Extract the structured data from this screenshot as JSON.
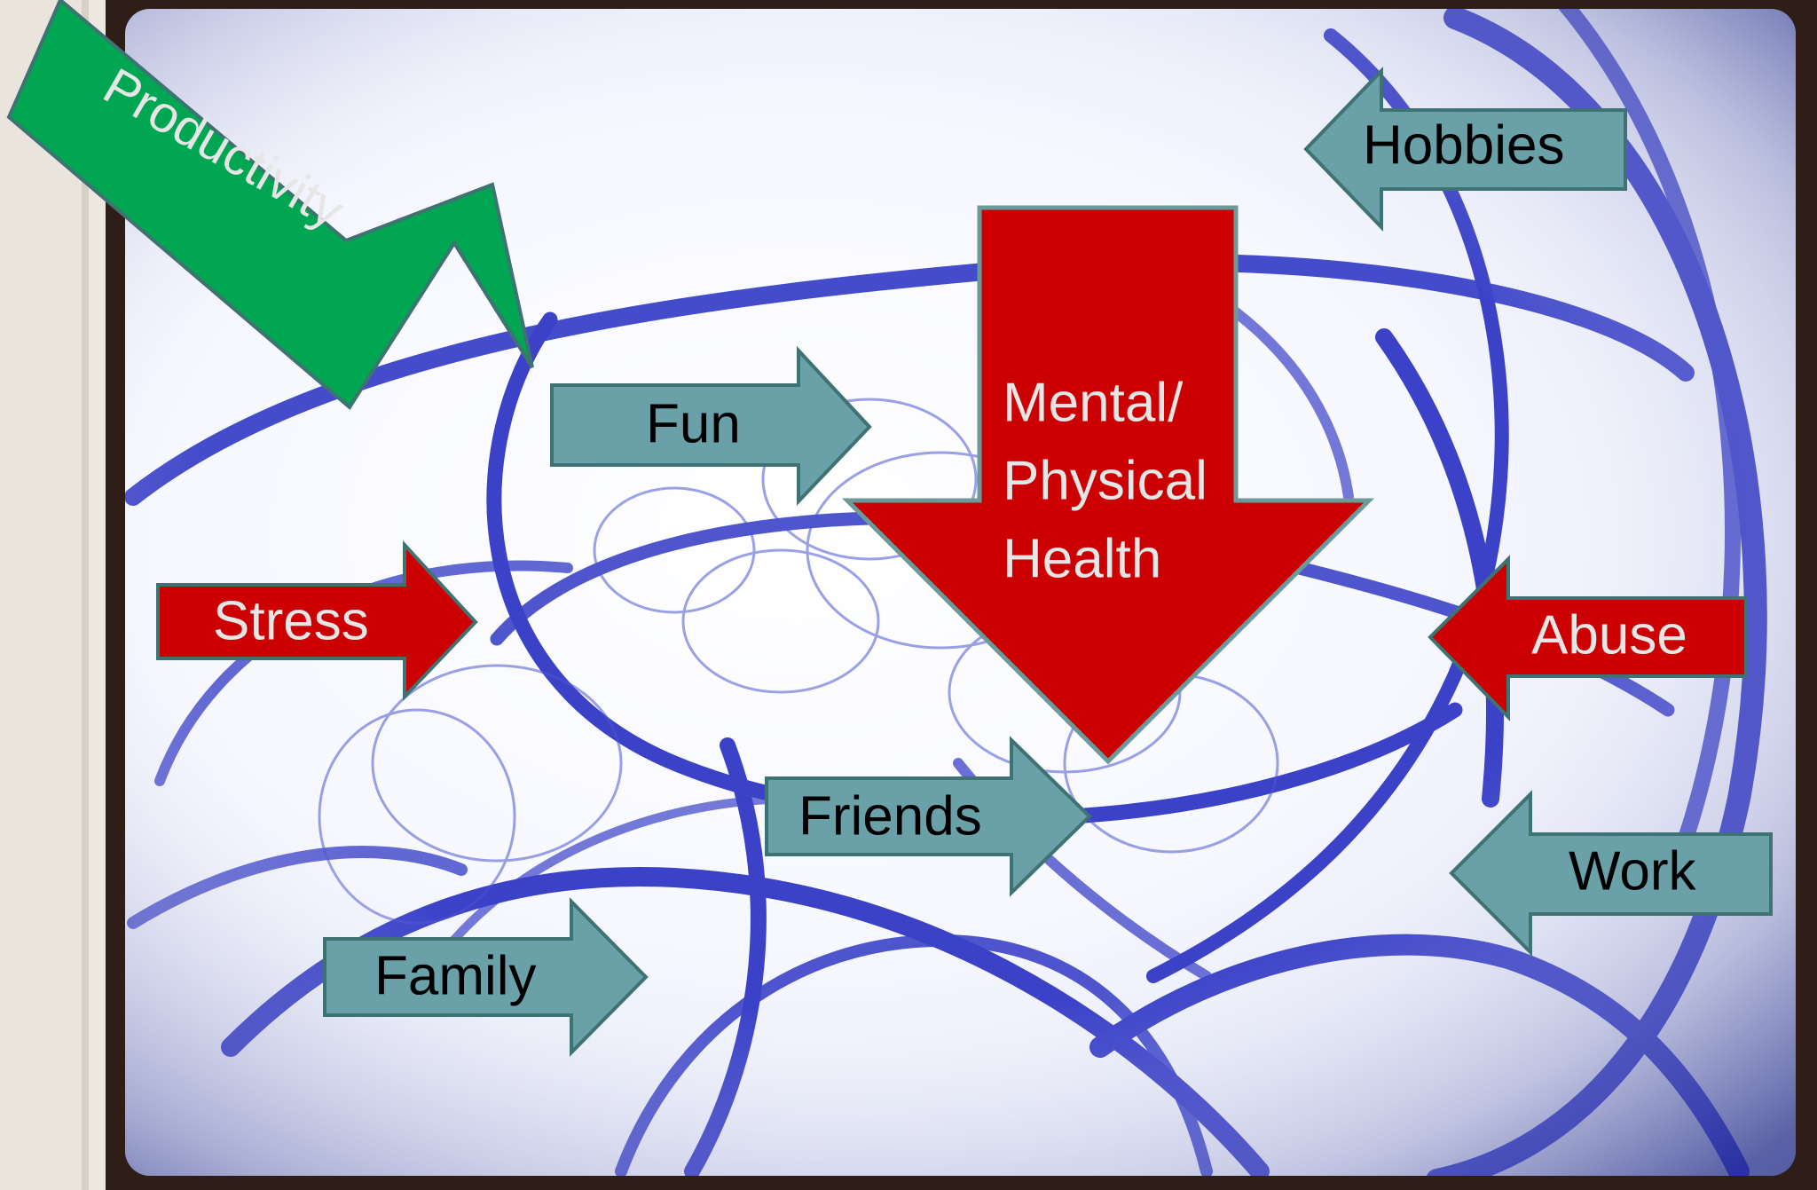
{
  "colors": {
    "teal_arrow": "#6aa0a8",
    "red_arrow": "#cc0000",
    "green_arrow": "#00a651",
    "arrow_outline": "#3f7272",
    "wire_blue": "#3b42c8",
    "dark_text": "#000000",
    "light_text": "#e6e6e6",
    "frame": "#2e1e17"
  },
  "diagram": {
    "center": {
      "lines": [
        "Mental/",
        "Physical",
        "Health"
      ],
      "icon": "large-down-arrow"
    },
    "factors": {
      "productivity": {
        "label": "Productivity",
        "kind": "positive"
      },
      "fun": {
        "label": "Fun",
        "kind": "neutral"
      },
      "hobbies": {
        "label": "Hobbies",
        "kind": "neutral"
      },
      "stress": {
        "label": "Stress",
        "kind": "negative"
      },
      "abuse": {
        "label": "Abuse",
        "kind": "negative"
      },
      "friends": {
        "label": "Friends",
        "kind": "neutral"
      },
      "work": {
        "label": "Work",
        "kind": "neutral"
      },
      "family": {
        "label": "Family",
        "kind": "neutral"
      }
    }
  }
}
